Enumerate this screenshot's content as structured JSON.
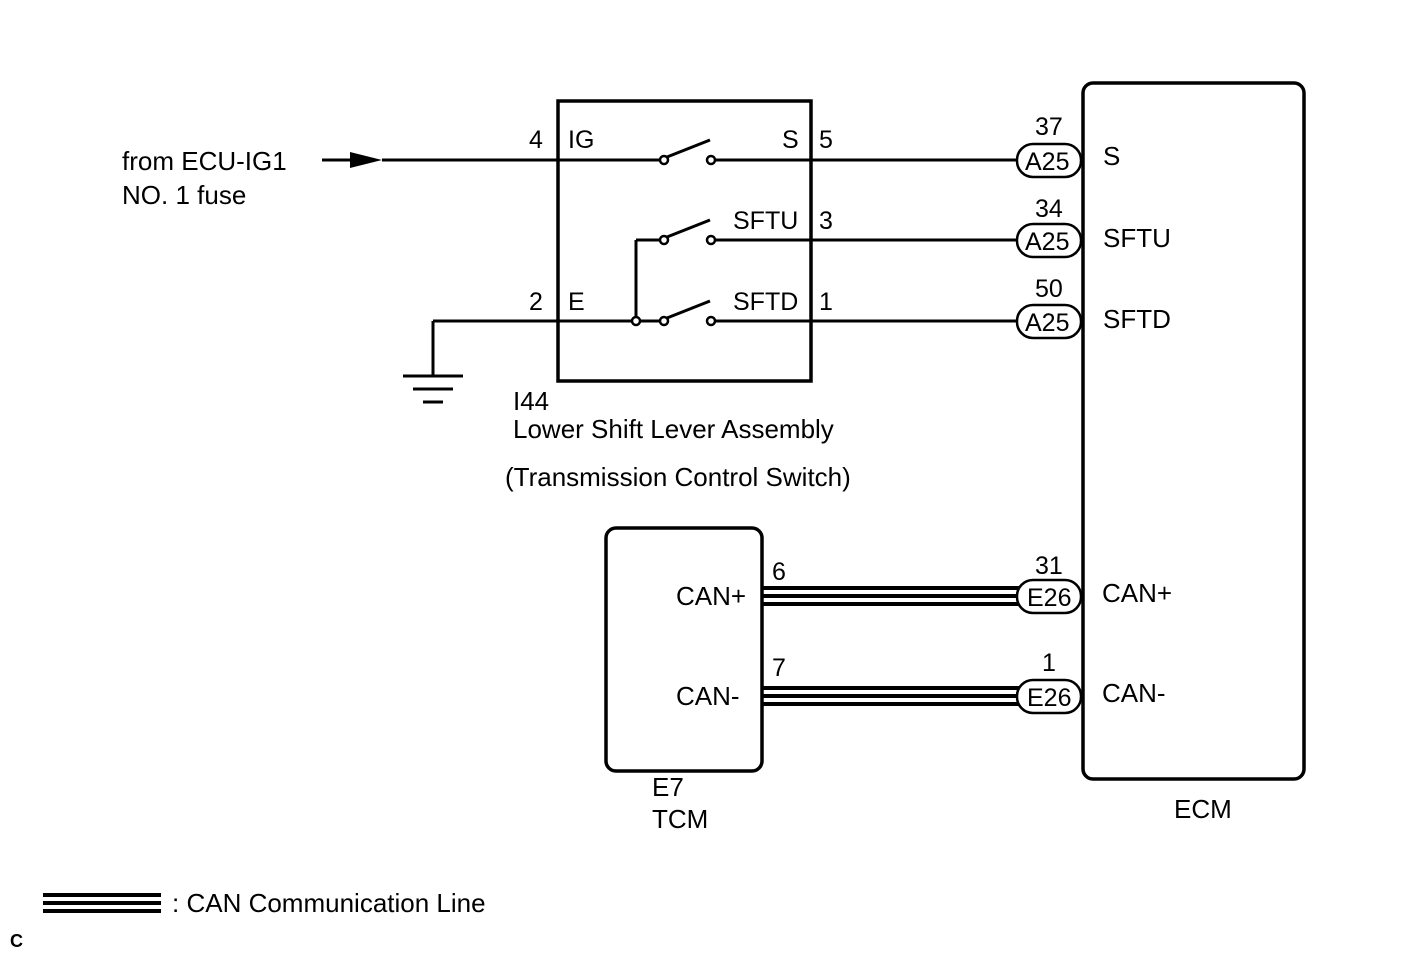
{
  "source": {
    "line1": "from ECU-IG1",
    "line2": "NO. 1 fuse"
  },
  "switch_assembly": {
    "code": "I44",
    "name": "Lower Shift Lever Assembly",
    "subtitle": "(Transmission Control Switch)",
    "pins": {
      "ig": {
        "num": "4",
        "label": "IG"
      },
      "s": {
        "num": "5",
        "label": "S"
      },
      "sftu": {
        "num": "3",
        "label": "SFTU"
      },
      "sftd": {
        "num": "1",
        "label": "SFTD"
      },
      "e": {
        "num": "2",
        "label": "E"
      }
    }
  },
  "ecm": {
    "name": "ECM",
    "pins": {
      "s": {
        "num": "37",
        "connector": "A25",
        "label": "S"
      },
      "sftu": {
        "num": "34",
        "connector": "A25",
        "label": "SFTU"
      },
      "sftd": {
        "num": "50",
        "connector": "A25",
        "label": "SFTD"
      },
      "canp": {
        "num": "31",
        "connector": "E26",
        "label": "CAN+"
      },
      "canm": {
        "num": "1",
        "connector": "E26",
        "label": "CAN-"
      }
    }
  },
  "tcm": {
    "code": "E7",
    "name": "TCM",
    "pins": {
      "canp": {
        "num": "6",
        "label": "CAN+"
      },
      "canm": {
        "num": "7",
        "label": "CAN-"
      }
    }
  },
  "legend": {
    "text": ": CAN Communication Line"
  },
  "corner_mark": "C"
}
